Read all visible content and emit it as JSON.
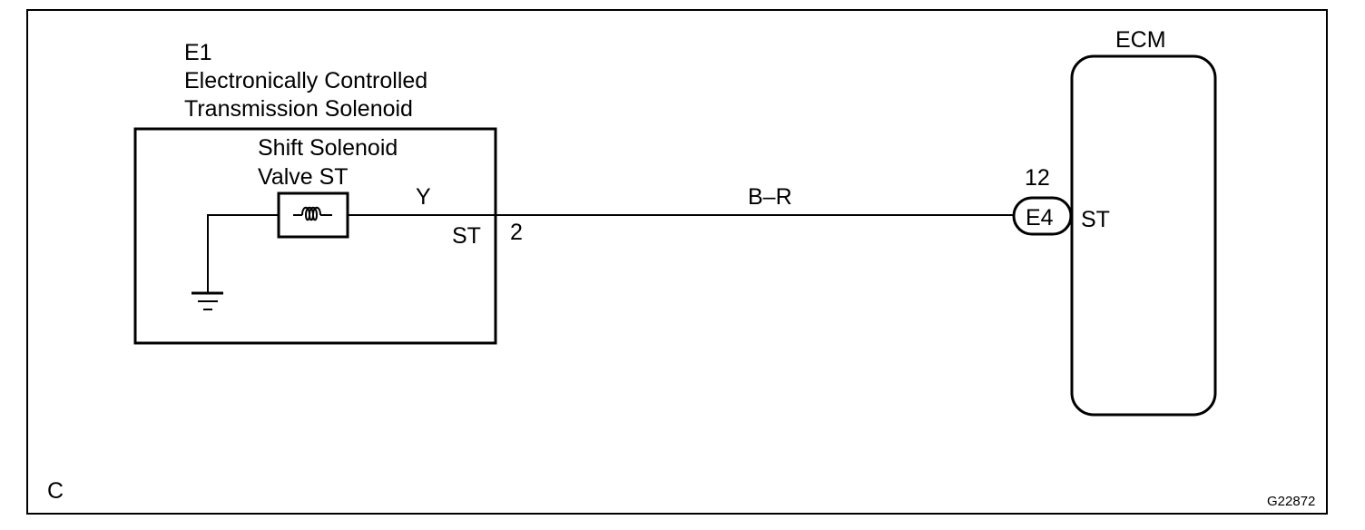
{
  "figure_code": "C",
  "image_id": "G22872",
  "component": {
    "code": "E1",
    "name_line1": "Electronically Controlled",
    "name_line2": "Transmission Solenoid",
    "valve_line1": "Shift Solenoid",
    "valve_line2": "Valve ST",
    "terminal_name": "ST",
    "terminal_pin": "2",
    "internal_wire_color": "Y"
  },
  "wire": {
    "color_code": "B–R"
  },
  "connector": {
    "code": "E4",
    "pin": "12"
  },
  "ecm": {
    "title": "ECM",
    "terminal_name": "ST"
  }
}
